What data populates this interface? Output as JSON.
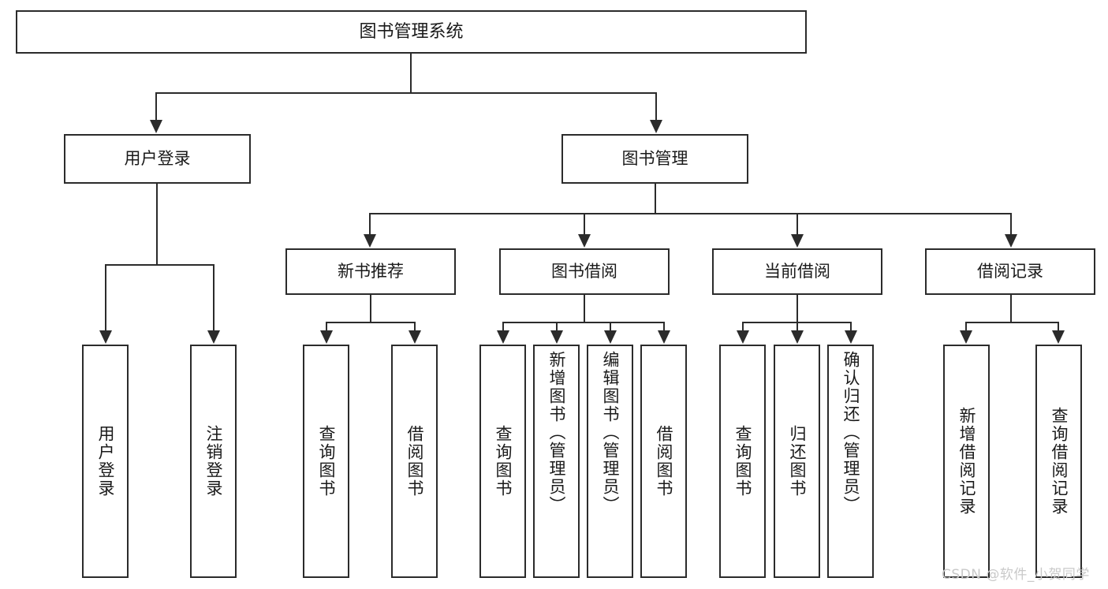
{
  "diagram": {
    "title": "图书管理系统",
    "type": "hierarchy-tree",
    "root": {
      "label": "图书管理系统"
    },
    "level2": [
      {
        "label": "用户登录"
      },
      {
        "label": "图书管理"
      }
    ],
    "level3": [
      {
        "label": "新书推荐"
      },
      {
        "label": "图书借阅"
      },
      {
        "label": "当前借阅"
      },
      {
        "label": "借阅记录"
      }
    ],
    "leaves": {
      "user_login": [
        {
          "label": "用户登录"
        },
        {
          "label": "注销登录"
        }
      ],
      "new_book_recommend": [
        {
          "label": "查询图书"
        },
        {
          "label": "借阅图书"
        }
      ],
      "book_borrow": [
        {
          "label": "查询图书"
        },
        {
          "label": "新增图书（管理员）"
        },
        {
          "label": "编辑图书（管理员）"
        },
        {
          "label": "借阅图书"
        }
      ],
      "current_borrow": [
        {
          "label": "查询图书"
        },
        {
          "label": "归还图书"
        },
        {
          "label": "确认归还（管理员）"
        }
      ],
      "borrow_record": [
        {
          "label": "新增借阅记录"
        },
        {
          "label": "查询借阅记录"
        }
      ]
    }
  },
  "watermark": {
    "text": "CSDN @软件_小贺同学"
  },
  "colors": {
    "stroke": "#2b2b2b",
    "fill": "#ffffff",
    "text": "#1a1a1a",
    "watermark": "#c9c9c9"
  }
}
